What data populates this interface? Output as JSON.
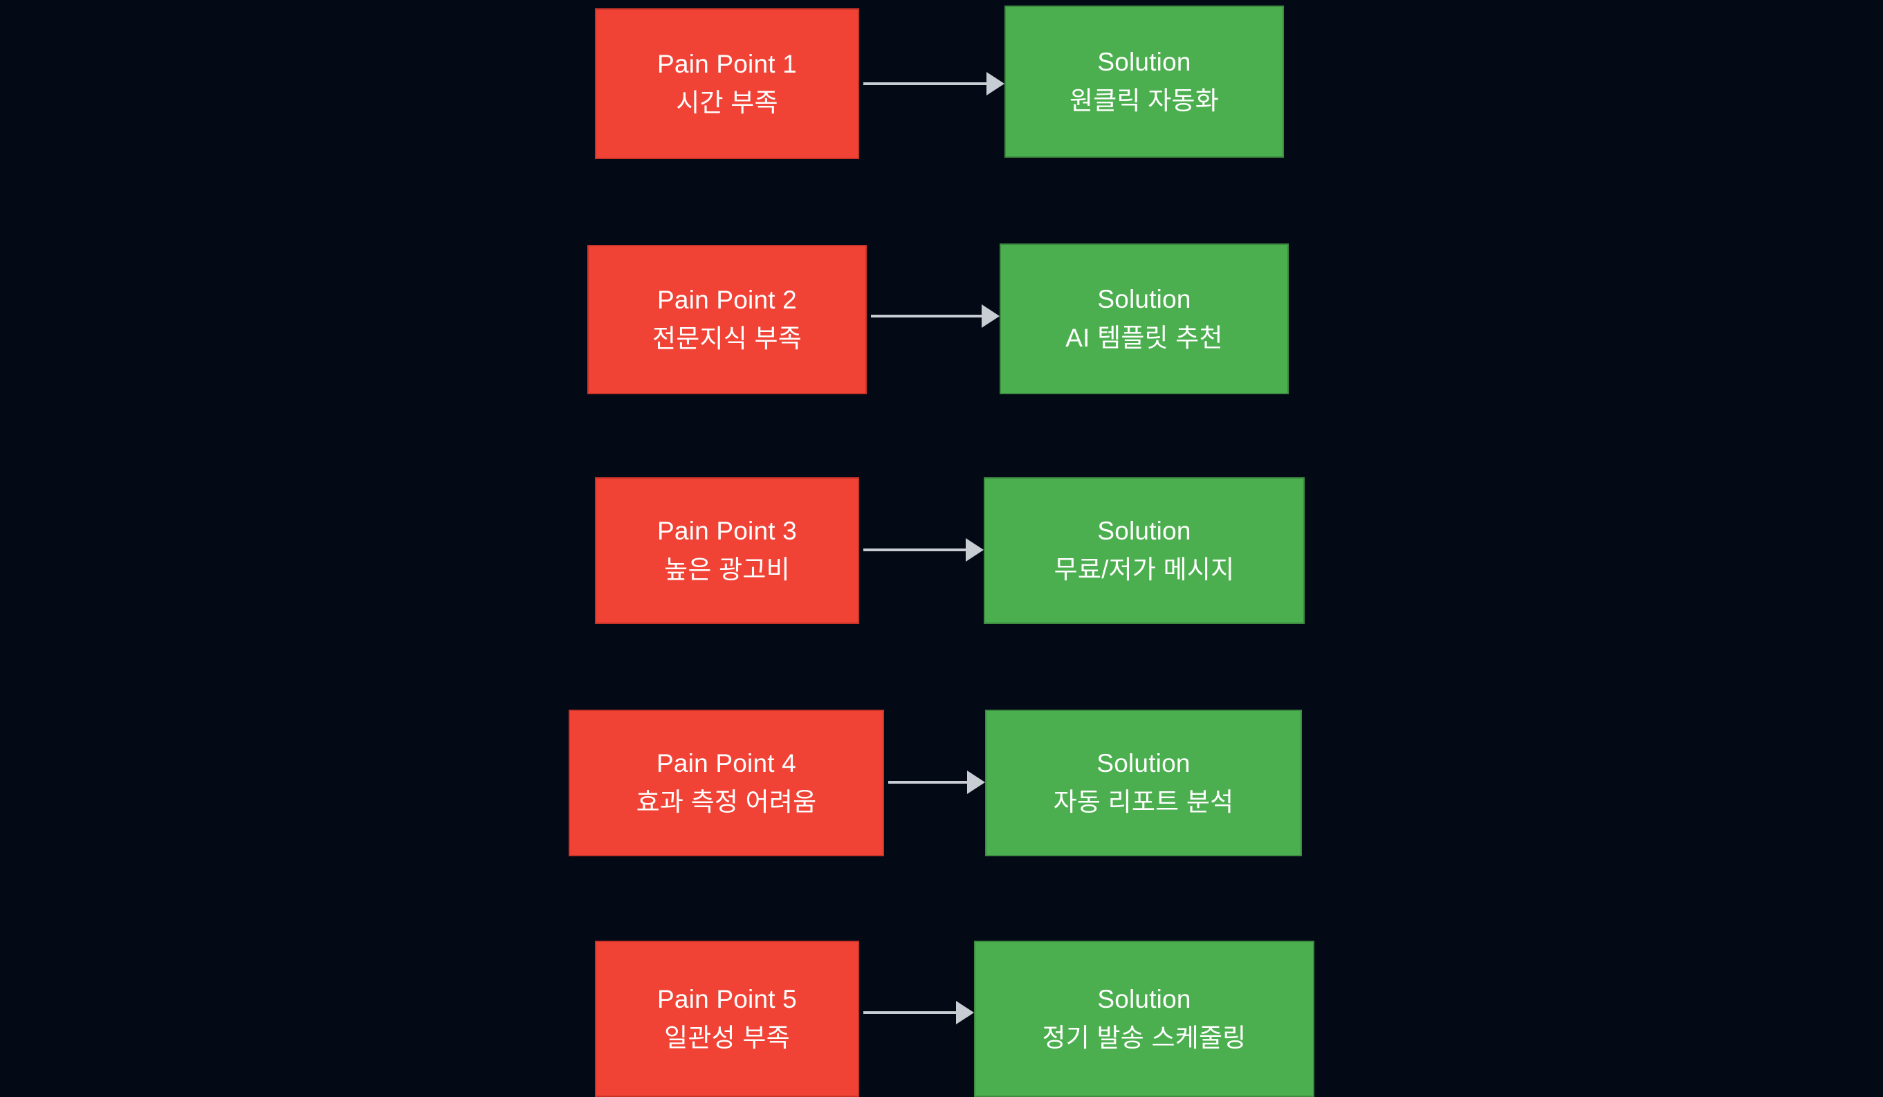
{
  "diagram": {
    "type": "flowchart",
    "orientation": "left-to-right",
    "background_color": "#040916",
    "pain_color": "#F04336",
    "solution_color": "#4CAF4F",
    "arrow_color": "#C8CDD4",
    "text_color": "#FFFFFF",
    "rows": [
      {
        "pain": {
          "title": "Pain Point 1",
          "subtitle": "시간 부족"
        },
        "solution": {
          "title": "Solution",
          "subtitle": "원클릭 자동화"
        }
      },
      {
        "pain": {
          "title": "Pain Point 2",
          "subtitle": "전문지식 부족"
        },
        "solution": {
          "title": "Solution",
          "subtitle": "AI 템플릿 추천"
        }
      },
      {
        "pain": {
          "title": "Pain Point 3",
          "subtitle": "높은 광고비"
        },
        "solution": {
          "title": "Solution",
          "subtitle": "무료/저가 메시지"
        }
      },
      {
        "pain": {
          "title": "Pain Point 4",
          "subtitle": "효과 측정 어려움"
        },
        "solution": {
          "title": "Solution",
          "subtitle": "자동 리포트 분석"
        }
      },
      {
        "pain": {
          "title": "Pain Point 5",
          "subtitle": "일관성 부족"
        },
        "solution": {
          "title": "Solution",
          "subtitle": "정기 발송 스케줄링"
        }
      }
    ]
  }
}
